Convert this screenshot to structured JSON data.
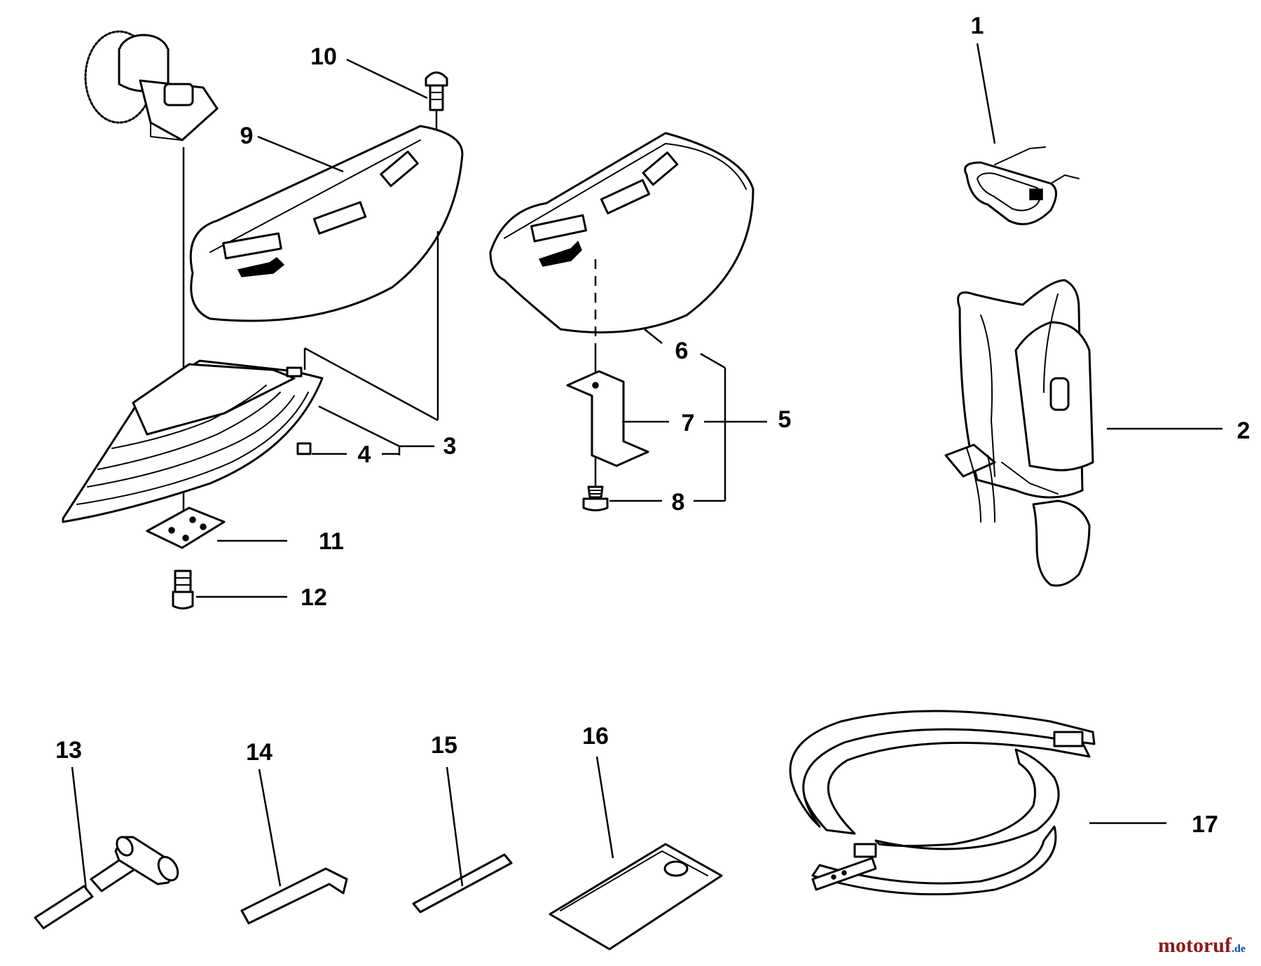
{
  "callouts": {
    "c1": "1",
    "c2": "2",
    "c3": "3",
    "c4": "4",
    "c5": "5",
    "c6": "6",
    "c7": "7",
    "c8": "8",
    "c9": "9",
    "c10": "10",
    "c11": "11",
    "c12": "12",
    "c13": "13",
    "c14": "14",
    "c15": "15",
    "c16": "16",
    "c17": "17"
  },
  "watermark": {
    "main": "motoruf",
    "suffix": ".de"
  },
  "colors": {
    "line": "#000000",
    "background": "#ffffff",
    "watermark_main": "#8a1a1a",
    "watermark_suffix": "#1a4fa8"
  }
}
